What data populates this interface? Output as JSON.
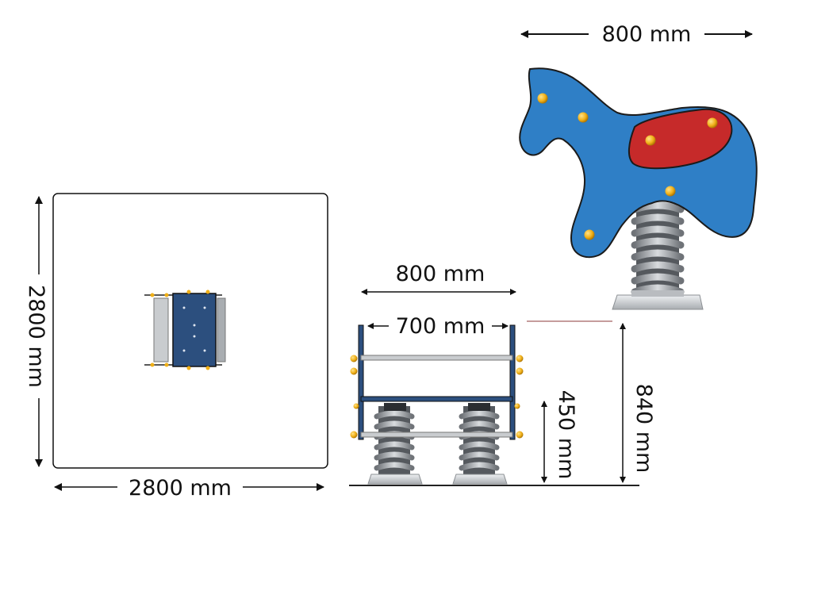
{
  "dimensions": {
    "horse_width": "800 mm",
    "safety_area_height": "2800 mm",
    "safety_area_width": "2800 mm",
    "front_outer_width": "800 mm",
    "front_inner_width": "700 mm",
    "seat_height": "450 mm",
    "total_height": "840 mm"
  },
  "colors": {
    "horse_body": "#2f7fc6",
    "saddle": "#c62a2a",
    "bolt": "#f0b018",
    "spring": "#8d9196",
    "base": "#d4d6d8",
    "outline": "#1b1b1b"
  }
}
